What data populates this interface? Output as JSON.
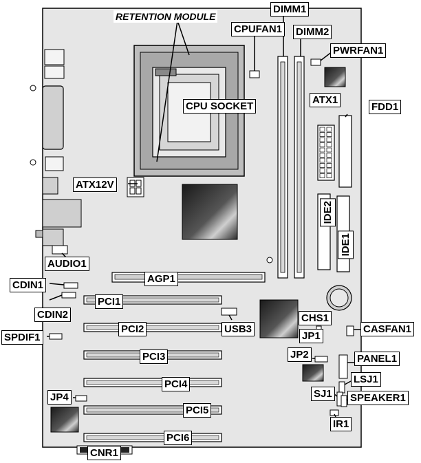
{
  "labels": {
    "retention_module": "RETENTION MODULE",
    "cpufan1": "CPUFAN1",
    "dimm1": "DIMM1",
    "dimm2": "DIMM2",
    "pwrfan1": "PWRFAN1",
    "cpu_socket": "CPU SOCKET",
    "atx1": "ATX1",
    "fdd1": "FDD1",
    "atx12v": "ATX12V",
    "ide2": "IDE2",
    "ide1": "IDE1",
    "audio1": "AUDIO1",
    "agp1": "AGP1",
    "cdin1": "CDIN1",
    "cdin2": "CDIN2",
    "pci1": "PCI1",
    "chs1": "CHS1",
    "pci2": "PCI2",
    "usb3": "USB3",
    "casfan1": "CASFAN1",
    "spdif1": "SPDIF1",
    "jp1": "JP1",
    "jp2": "JP2",
    "panel1": "PANEL1",
    "pci3": "PCI3",
    "lsj1": "LSJ1",
    "sj1": "SJ1",
    "speaker1": "SPEAKER1",
    "pci4": "PCI4",
    "jp4": "JP4",
    "pci5": "PCI5",
    "ir1": "IR1",
    "pci6": "PCI6",
    "cnr1": "CNR1"
  },
  "colors": {
    "board": "#e6e6e6",
    "outline": "#000000",
    "chip_dark": "#2a2a2a",
    "chip_light": "#9a9a9a",
    "slot_fill": "#ffffff"
  }
}
